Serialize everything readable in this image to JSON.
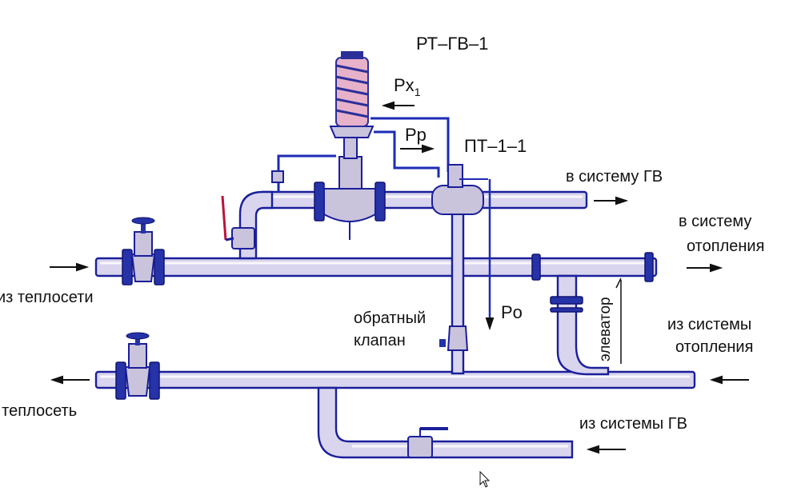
{
  "labels": {
    "regulator": "РТ–ГВ–1",
    "px1_main": "Px",
    "px1_sub": "1",
    "pp": "Pр",
    "pt": "ПТ–1–1",
    "to_hot_water": "в систему ГВ",
    "to_heating_line1": "в систему",
    "to_heating_line2": "отопления",
    "from_heat_network": "из теплосети",
    "return_valve_line1": "обратный",
    "return_valve_line2": "клапан",
    "po": "Pо",
    "elevator": "элеватор",
    "from_heating_line1": "из системы",
    "from_heating_line2": "отопления",
    "to_heat_network": "в теплосеть",
    "from_hot_water": "из системы ГВ"
  },
  "colors": {
    "pipe_fill": "#d9d5ee",
    "pipe_outline": "#1a1f9a",
    "impulse_line": "#1d2bb5",
    "spring": "#e7b2c9"
  }
}
